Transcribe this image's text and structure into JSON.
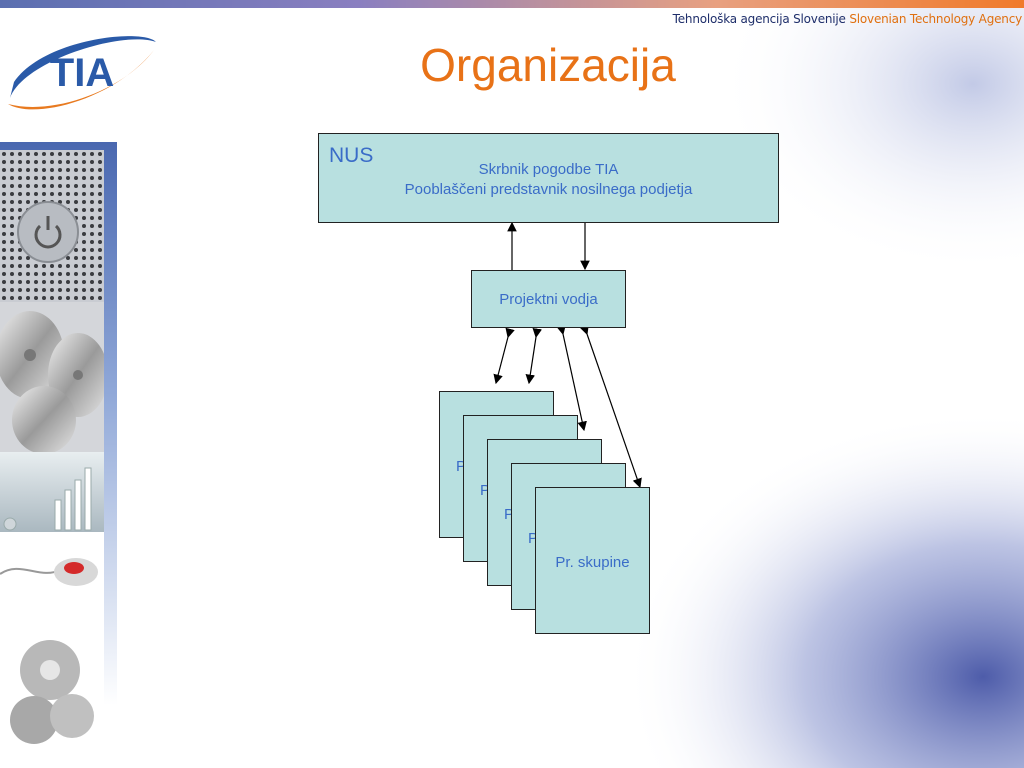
{
  "header": {
    "agency_sl": "Tehnološka agencija Slovenije",
    "agency_en": "Slovenian Technology Agency",
    "logo_text": "TIA"
  },
  "slide": {
    "title": "Organizacija"
  },
  "diagram": {
    "nus": {
      "tag": "NUS",
      "line1": "Skrbnik pogodbe TIA",
      "line2": "Pooblaščeni predstavnik nosilnega podjetja"
    },
    "project_lead": "Projektni vodja",
    "group_cards": [
      {
        "label": "P"
      },
      {
        "label": "P"
      },
      {
        "label": "P"
      },
      {
        "label": "P"
      },
      {
        "label": "Pr. skupine"
      }
    ]
  },
  "colors": {
    "title": "#e87217",
    "box_fill": "#b8e0e0",
    "box_text": "#3a6cc8",
    "agency_en": "#e07010",
    "agency_sl": "#1f2f6b"
  }
}
